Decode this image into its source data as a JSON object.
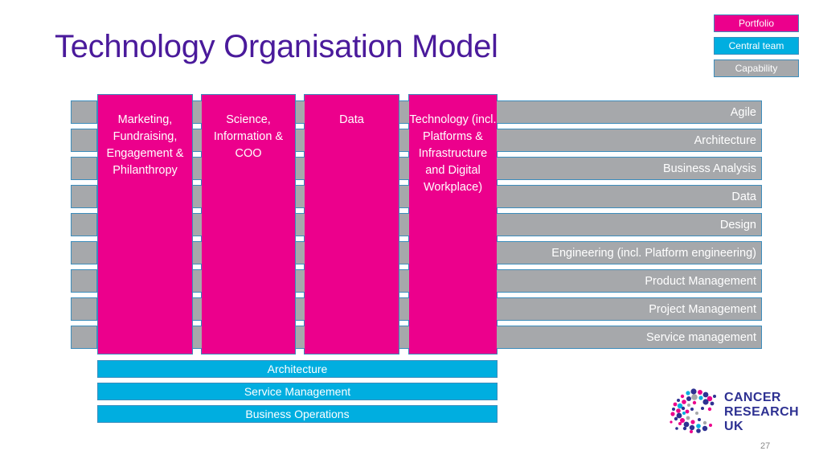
{
  "slide": {
    "title": "Technology Organisation Model",
    "page_number": "27",
    "colors": {
      "title": "#4A1A9B",
      "portfolio": "#EC008C",
      "central_team": "#00AEE0",
      "capability": "#A6A8AB",
      "border": "#3C8DBC",
      "logo_navy": "#2E3192"
    }
  },
  "legend": {
    "items": [
      {
        "label": "Portfolio",
        "color": "#EC008C"
      },
      {
        "label": "Central team",
        "color": "#00AEE0"
      },
      {
        "label": "Capability",
        "color": "#A6A8AB"
      }
    ]
  },
  "portfolios": [
    {
      "label": "Marketing, Fundraising, Engagement & Philanthropy"
    },
    {
      "label": "Science, Information & COO"
    },
    {
      "label": "Data"
    },
    {
      "label": "Technology (incl. Platforms & Infrastructure and Digital Workplace)"
    }
  ],
  "capabilities": [
    {
      "label": "Agile"
    },
    {
      "label": "Architecture"
    },
    {
      "label": "Business Analysis"
    },
    {
      "label": "Data"
    },
    {
      "label": "Design"
    },
    {
      "label": "Engineering (incl. Platform engineering)"
    },
    {
      "label": "Product Management"
    },
    {
      "label": "Project  Management"
    },
    {
      "label": "Service management"
    }
  ],
  "central_teams": [
    {
      "label": "Architecture"
    },
    {
      "label": "Service Management"
    },
    {
      "label": "Business Operations"
    }
  ],
  "logo": {
    "line1": "CANCER",
    "line2": "RESEARCH",
    "line3": "UK"
  }
}
